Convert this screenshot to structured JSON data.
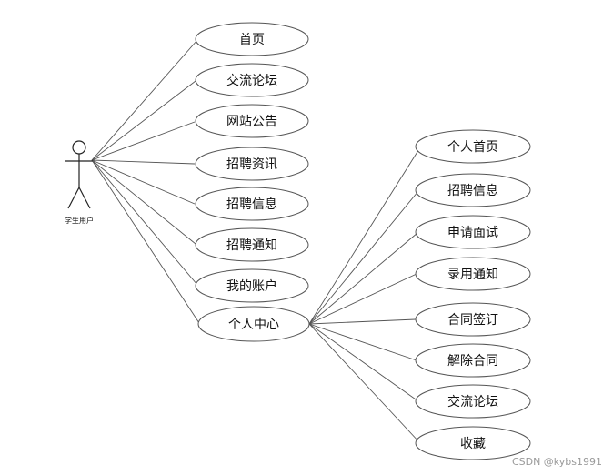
{
  "actor": {
    "label": "学生用户"
  },
  "main_use_cases": [
    {
      "label": "首页"
    },
    {
      "label": "交流论坛"
    },
    {
      "label": "网站公告"
    },
    {
      "label": "招聘资讯"
    },
    {
      "label": "招聘信息"
    },
    {
      "label": "招聘通知"
    },
    {
      "label": "我的账户"
    },
    {
      "label": "个人中心"
    }
  ],
  "center_use_cases": [
    {
      "label": "个人首页"
    },
    {
      "label": "招聘信息"
    },
    {
      "label": "申请面试"
    },
    {
      "label": "录用通知"
    },
    {
      "label": "合同签订"
    },
    {
      "label": "解除合同"
    },
    {
      "label": "交流论坛"
    },
    {
      "label": "收藏"
    }
  ],
  "watermark": "CSDN @kybs1991"
}
